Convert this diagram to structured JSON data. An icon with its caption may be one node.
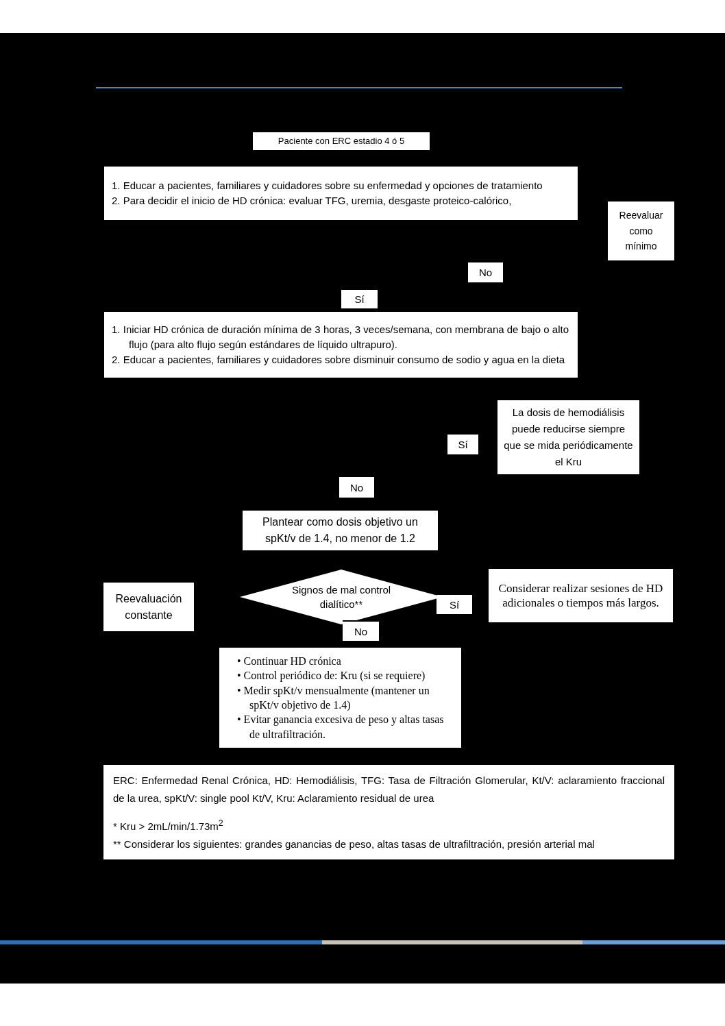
{
  "diagram": {
    "nodes": [
      {
        "text": [
          "Paciente con ERC estadio 4 ó 5"
        ]
      },
      {
        "text": [
          "1. Educar a pacientes, familiares y cuidadores sobre su enfermedad y opciones de tratamiento",
          "2. Para decidir el inicio de HD crónica: evaluar TFG, uremia, desgaste proteico-calórico,"
        ]
      },
      {
        "text": [
          "Reevaluar como mínimo"
        ]
      },
      {
        "text": [
          "1. Iniciar HD crónica de duración mínima de 3 horas, 3 veces/semana, con membrana de bajo o alto flujo (para alto flujo según estándares de líquido ultrapuro).",
          "2. Educar a pacientes, familiares y cuidadores sobre disminuir consumo de sodio y agua en la dieta"
        ]
      },
      {
        "text": [
          "La dosis de hemodiálisis puede reducirse siempre que se mida periódicamente el Kru"
        ]
      },
      {
        "text": [
          "Plantear como dosis objetivo un spKt/v de 1.4, no menor de 1.2"
        ]
      },
      {
        "text": [
          "Reevaluación constante"
        ]
      },
      {
        "text": [
          "Signos de mal control dialítico**"
        ]
      },
      {
        "text": [
          "Considerar realizar sesiones de HD adicionales o tiempos más largos."
        ]
      },
      {
        "text": [
          "• Continuar HD crónica",
          "• Control periódico de: Kru (si se requiere)",
          "• Medir spKt/v mensualmente (mantener un spKt/v objetivo de 1.4)",
          "• Evitar ganancia excesiva de peso y altas tasas de ultrafiltración."
        ]
      },
      {
        "text": [
          "ERC: Enfermedad Renal Crónica, HD: Hemodiálisis, TFG: Tasa de Filtración Glomerular, Kt/V: aclaramiento fraccional de la urea, spKt/V: single pool Kt/V, Kru: Aclaramiento residual de urea",
          "* Kru > 2mL/min/1.73m$^{2}$",
          "** Considerar los siguientes: grandes ganancias de peso, altas tasas de ultrafiltración, presión arterial mal"
        ]
      }
    ],
    "labels": [
      "No",
      "Sí",
      "Sí",
      "No",
      "Sí",
      "No"
    ]
  }
}
